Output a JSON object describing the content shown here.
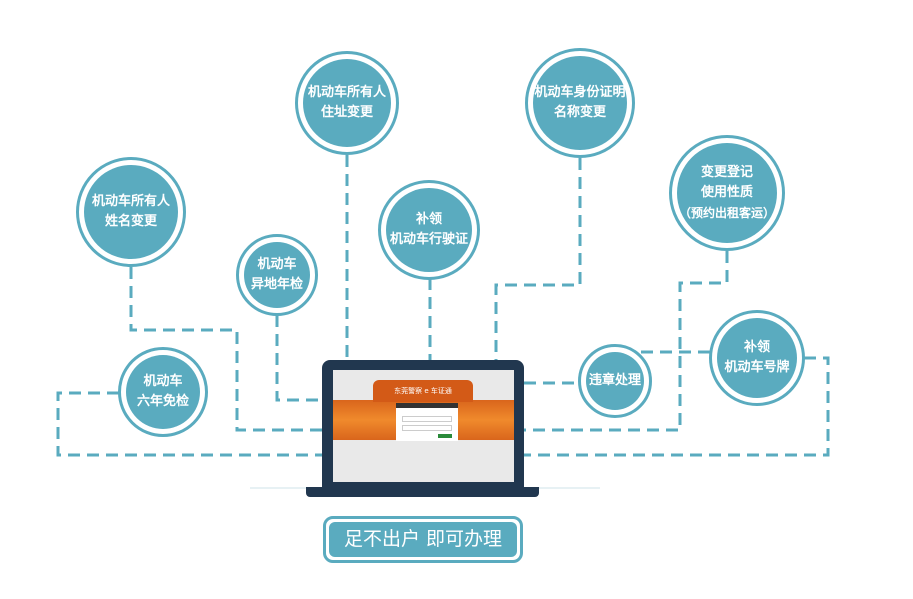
{
  "accent": "#5aabbf",
  "nodes": [
    {
      "line1": "机动车所有人",
      "line2": "住址变更",
      "line3": ""
    },
    {
      "line1": "机动车身份证明",
      "line2": "名称变更",
      "line3": ""
    },
    {
      "line1": "变更登记",
      "line2": "使用性质",
      "line3": "（预约出租客运）"
    },
    {
      "line1": "机动车所有人",
      "line2": "姓名变更",
      "line3": ""
    },
    {
      "line1": "补领",
      "line2": "机动车行驶证",
      "line3": ""
    },
    {
      "line1": "机动车",
      "line2": "异地年检",
      "line3": ""
    },
    {
      "line1": "违章处理",
      "line2": "",
      "line3": ""
    },
    {
      "line1": "补领",
      "line2": "机动车号牌",
      "line3": ""
    },
    {
      "line1": "机动车",
      "line2": "六年免检",
      "line3": ""
    }
  ],
  "screen": {
    "banner": "东莞警察 e 车证通"
  },
  "cta": "足不出户  即可办理"
}
